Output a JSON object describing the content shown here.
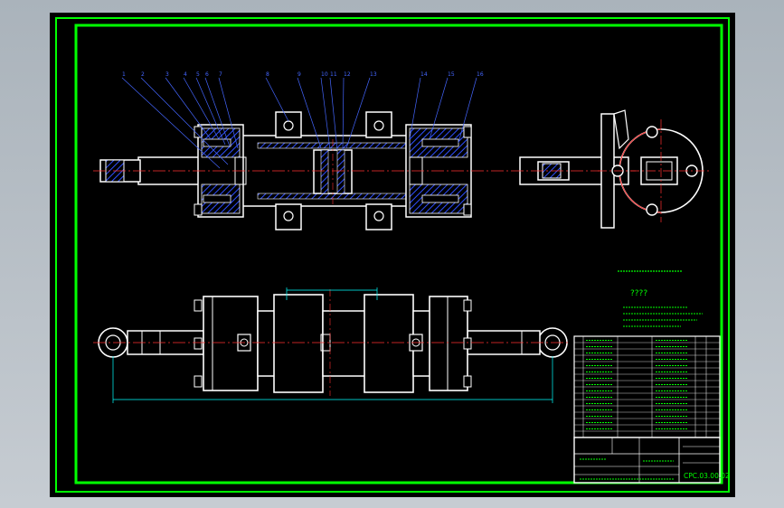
{
  "drawing": {
    "number": "CPC.03.00.02",
    "notes_title": "????",
    "colors": {
      "background": "#000000",
      "frame": "#00ff00",
      "outline": "#ffffff",
      "centerline": "#ff3030",
      "dimension": "#00ffff",
      "leader": "#4466ff",
      "hatch": "#2f4fff",
      "text": "#00ff00"
    },
    "balloons": [
      "1",
      "2",
      "3",
      "4",
      "5",
      "6",
      "7",
      "8",
      "9",
      "10",
      "11",
      "12",
      "13",
      "14",
      "15",
      "16"
    ]
  }
}
